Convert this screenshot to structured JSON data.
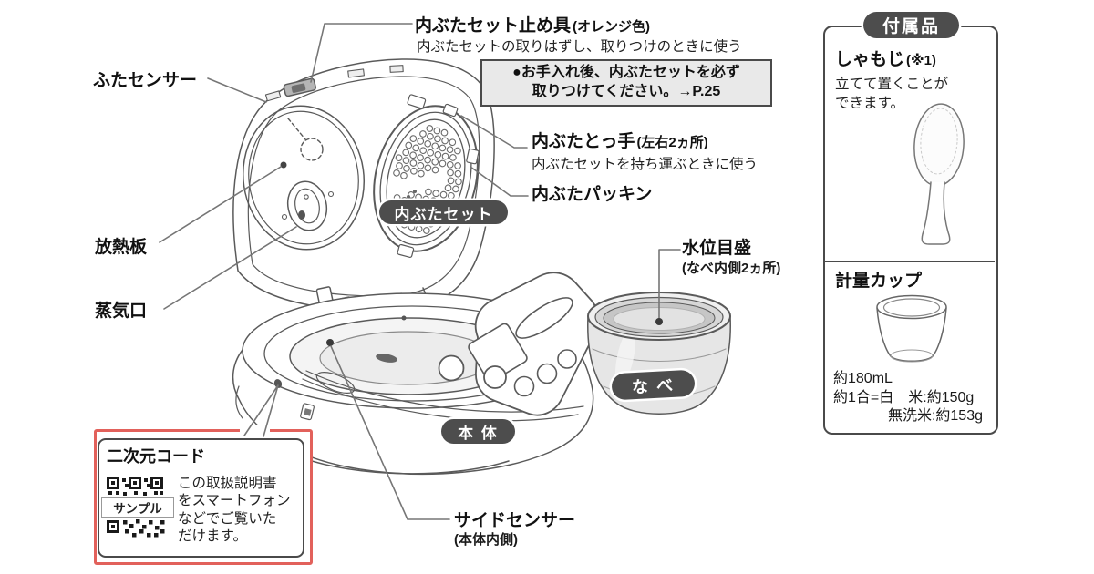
{
  "colors": {
    "badge_bg": "#4d4d4d",
    "badge_text": "#ffffff",
    "note_box_bg": "#e9e9e9",
    "box_border": "#4a4a4a",
    "qr_frame_red": "#e2615b",
    "line_art": "#5a5a5a",
    "text": "#1a1a1a"
  },
  "callouts": {
    "lid_sensor": "ふたセンサー",
    "heat_plate": "放熱板",
    "steam_vent": "蒸気口",
    "inner_lid_stopper": {
      "title": "内ぶたセット止め具",
      "suffix": "(オレンジ色)",
      "desc": "内ぶたセットの取りはずし、取りつけのときに使う"
    },
    "care_note": {
      "line1": "●お手入れ後、内ぶたセットを必ず",
      "line2": "取りつけてください。→P.25"
    },
    "inner_lid_handle": {
      "title": "内ぶたとっ手",
      "suffix": "(左右2ヵ所)",
      "desc": "内ぶたセットを持ち運ぶときに使う"
    },
    "inner_lid_packing": "内ぶたパッキン",
    "inner_lid_set_badge": "内ぶたセット",
    "water_level": {
      "title": "水位目盛",
      "suffix": "(なべ内側2ヵ所)"
    },
    "pot_badge": "な べ",
    "body_badge": "本 体",
    "side_sensor": {
      "title": "サイドセンサー",
      "suffix": "(本体内側)"
    }
  },
  "qr_note": {
    "title": "二次元コード",
    "sample_label": "サンプル",
    "desc_lines": [
      "この取扱説明書",
      "をスマートフォン",
      "などでご覧いた",
      "だけます。"
    ]
  },
  "accessories": {
    "badge": "付属品",
    "rice_paddle": {
      "title": "しゃもじ",
      "suffix": "(※1)",
      "desc_lines": [
        "立てて置くことが",
        "できます。"
      ]
    },
    "measuring_cup": {
      "title": "計量カップ",
      "capacity": "約180mL",
      "equiv_line1": "約1合=白　米:約150g",
      "equiv_line2": "無洗米:約153g"
    }
  }
}
